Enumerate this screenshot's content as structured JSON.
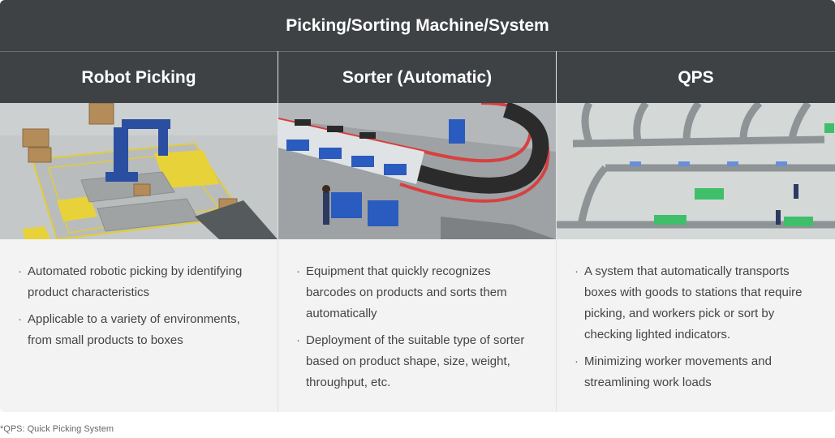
{
  "title": "Picking/Sorting Machine/System",
  "columns": [
    {
      "heading": "Robot Picking",
      "image": "robot-picking-illustration",
      "bullets": [
        "Automated robotic picking by identifying product characteristics",
        "Applicable to a variety of environments, from small products to boxes"
      ]
    },
    {
      "heading": "Sorter (Automatic)",
      "image": "automatic-sorter-illustration",
      "bullets": [
        "Equipment that quickly recognizes barcodes on products and sorts them automatically",
        "Deployment of the suitable type of  sorter based on product shape, size, weight, throughput, etc."
      ]
    },
    {
      "heading": "QPS",
      "image": "qps-illustration",
      "bullets": [
        "A system that automatically transports boxes with goods to stations that require picking, and workers pick or sort by checking lighted indicators.",
        "Minimizing worker movements and streamlining work loads"
      ]
    }
  ],
  "footnote": "*QPS: Quick Picking System",
  "colors": {
    "header_bg": "#3f4245",
    "body_bg": "#f3f3f3",
    "accent_yellow": "#e8d23a",
    "robot_blue": "#2a4ea0"
  }
}
